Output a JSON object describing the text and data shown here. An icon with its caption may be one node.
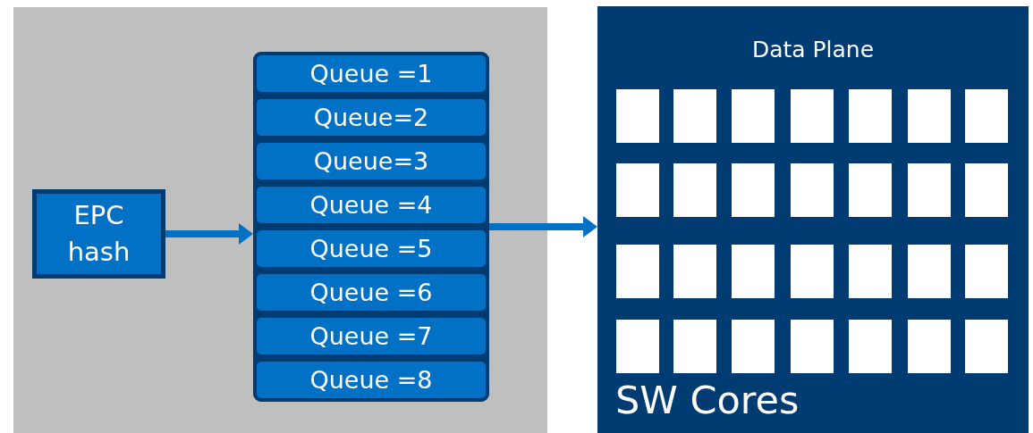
{
  "diagram": {
    "nodes": [
      {
        "text": [],
        "shape": "box"
      },
      {
        "text": [
          "EPC hash"
        ],
        "in": 0
      },
      {
        "text": [],
        "shape": "box",
        "in": 0
      },
      {
        "text": [
          "Queue =1"
        ],
        "in": 2
      },
      {
        "text": [
          "Queue=2"
        ],
        "in": 2
      },
      {
        "text": [
          "Queue=3"
        ],
        "in": 2
      },
      {
        "text": [
          "Queue =4"
        ],
        "in": 2
      },
      {
        "text": [
          "Queue =5"
        ],
        "in": 2
      },
      {
        "text": [
          "Queue =6"
        ],
        "in": 2
      },
      {
        "text": [
          "Queue =7"
        ],
        "in": 2
      },
      {
        "text": [
          "Queue =8"
        ],
        "in": 2
      },
      {
        "text": [
          "Data Plane",
          "SW Cores"
        ]
      },
      {
        "text": [],
        "shape": "box",
        "in": 11
      },
      {
        "text": [],
        "shape": "box",
        "in": 11
      },
      {
        "text": [],
        "shape": "box",
        "in": 11
      },
      {
        "text": [],
        "shape": "box",
        "in": 11
      },
      {
        "text": [],
        "shape": "box",
        "in": 11
      },
      {
        "text": [],
        "shape": "box",
        "in": 11
      },
      {
        "text": [],
        "shape": "box",
        "in": 11
      },
      {
        "text": [],
        "shape": "box",
        "in": 11
      },
      {
        "text": [],
        "shape": "box",
        "in": 11
      },
      {
        "text": [],
        "shape": "box",
        "in": 11
      },
      {
        "text": [],
        "shape": "box",
        "in": 11
      },
      {
        "text": [],
        "shape": "box",
        "in": 11
      },
      {
        "text": [],
        "shape": "box",
        "in": 11
      },
      {
        "text": [],
        "shape": "box",
        "in": 11
      },
      {
        "text": [],
        "shape": "box",
        "in": 11
      },
      {
        "text": [],
        "shape": "box",
        "in": 11
      },
      {
        "text": [],
        "shape": "box",
        "in": 11
      },
      {
        "text": [],
        "shape": "box",
        "in": 11
      },
      {
        "text": [],
        "shape": "box",
        "in": 11
      },
      {
        "text": [],
        "shape": "box",
        "in": 11
      },
      {
        "text": [],
        "shape": "box",
        "in": 11
      },
      {
        "text": [],
        "shape": "box",
        "in": 11
      },
      {
        "text": [],
        "shape": "box",
        "in": 11
      },
      {
        "text": [],
        "shape": "box",
        "in": 11
      },
      {
        "text": [],
        "shape": "box",
        "in": 11
      },
      {
        "text": [],
        "shape": "box",
        "in": 11
      },
      {
        "text": [],
        "shape": "box",
        "in": 11
      },
      {
        "text": [],
        "shape": "box",
        "in": 11
      }
    ],
    "edges": [
      {
        "from": 1,
        "to": 2,
        "arrow": "to"
      },
      {
        "from": 2,
        "to": 11,
        "arrow": "to"
      }
    ]
  }
}
